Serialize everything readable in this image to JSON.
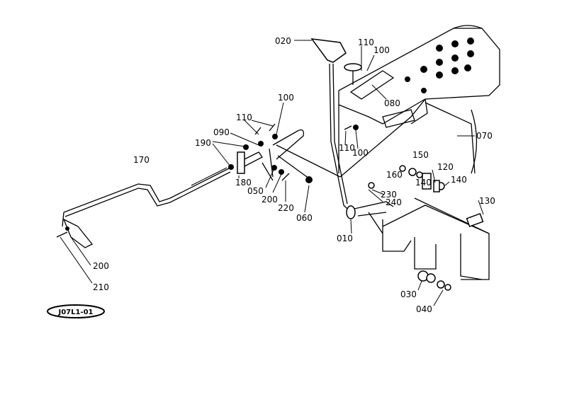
{
  "diagram": {
    "type": "exploded parts diagram",
    "stamp": "J07L1-01",
    "part_labels": {
      "p020": "020",
      "p110a": "110",
      "p100a": "100",
      "p080": "080",
      "p070": "070",
      "p110b": "110",
      "p100b": "100",
      "p110c": "110",
      "p100c": "100",
      "p090": "090",
      "p190": "190",
      "p170": "170",
      "p180": "180",
      "p050": "050",
      "p200a": "200",
      "p220": "220",
      "p060": "060",
      "p150": "150",
      "p160": "160",
      "p120": "120",
      "p140a": "140",
      "p140b": "140",
      "p230": "230",
      "p240": "240",
      "p130": "130",
      "p010": "010",
      "p030": "030",
      "p040": "040",
      "p200b": "200",
      "p210": "210"
    }
  }
}
